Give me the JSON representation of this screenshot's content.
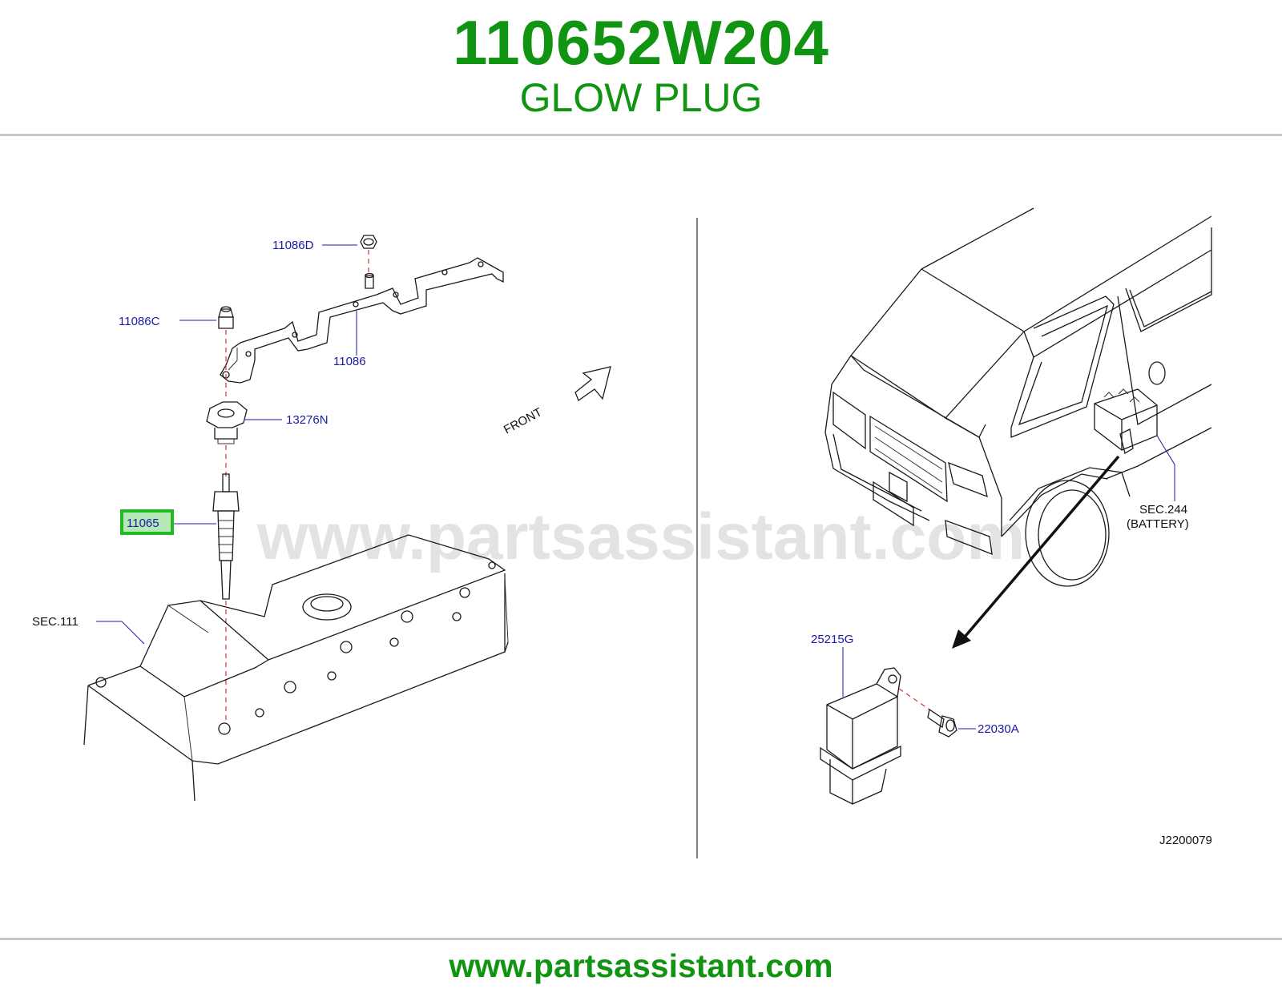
{
  "header": {
    "part_number": "110652W204",
    "part_name": "GLOW PLUG"
  },
  "diagram": {
    "callouts": {
      "c11086D": "11086D",
      "c11086C": "11086C",
      "c11086": "11086",
      "c13276N": "13276N",
      "c11065": "11065",
      "sec111": "SEC.111",
      "front": "FRONT",
      "sec244": "SEC.244",
      "battery": "(BATTERY)",
      "c25215G": "25215G",
      "c22030A": "22030A",
      "ref": "J2200079"
    },
    "highlighted_part": "11065",
    "watermark": "www.partsassistant.com"
  },
  "footer": {
    "url": "www.partsassistant.com"
  },
  "colors": {
    "brand_green": "#119411",
    "callout_blue": "#1a1aa8",
    "highlight_border": "#22b922",
    "highlight_fill": "#b4e8b4"
  }
}
